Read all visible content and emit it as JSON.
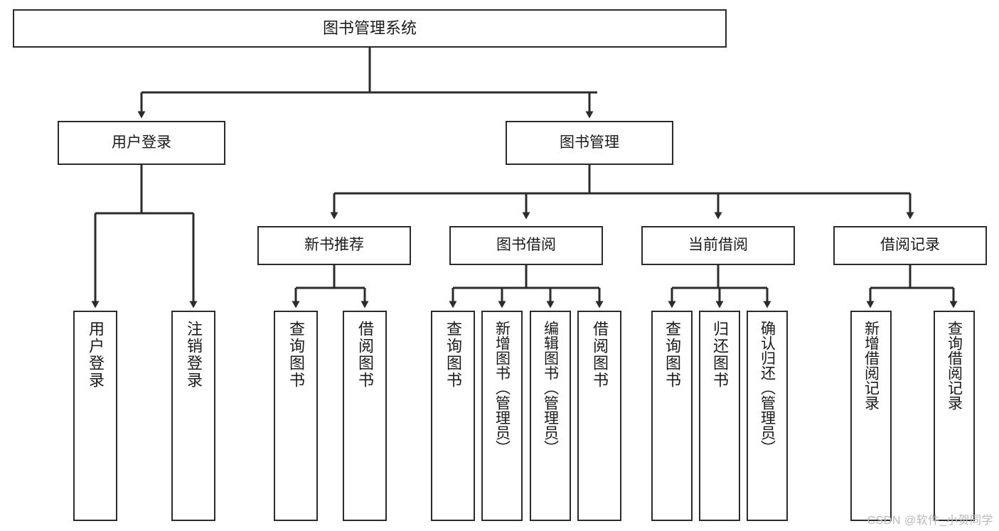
{
  "diagram": {
    "title": "图书管理系统",
    "type": "tree-hierarchy",
    "watermark": "CSDN @软件_小贺同学",
    "colors": {
      "background": "#ffffff",
      "box_border": "#2b2b2b",
      "box_fill": "#ffffff",
      "text": "#1a1a1a",
      "connector": "#2b2b2b",
      "watermark": "#b9b9b9"
    },
    "root": {
      "label": "图书管理系统"
    },
    "level2": [
      {
        "label": "用户登录"
      },
      {
        "label": "图书管理"
      }
    ],
    "level3": [
      {
        "label": "新书推荐"
      },
      {
        "label": "图书借阅"
      },
      {
        "label": "当前借阅"
      },
      {
        "label": "借阅记录"
      }
    ],
    "leaves": {
      "user_login": [
        {
          "label": "用户登录"
        },
        {
          "label": "注销登录"
        }
      ],
      "new_book_recommend": [
        {
          "label": "查询图书"
        },
        {
          "label": "借阅图书"
        }
      ],
      "book_borrow": [
        {
          "label": "查询图书"
        },
        {
          "label": "新增图书（管理员）"
        },
        {
          "label": "编辑图书（管理员）"
        },
        {
          "label": "借阅图书"
        }
      ],
      "current_borrow": [
        {
          "label": "查询图书"
        },
        {
          "label": "归还图书"
        },
        {
          "label": "确认归还（管理员）"
        }
      ],
      "borrow_record": [
        {
          "label": "新增借阅记录"
        },
        {
          "label": "查询借阅记录"
        }
      ]
    }
  }
}
